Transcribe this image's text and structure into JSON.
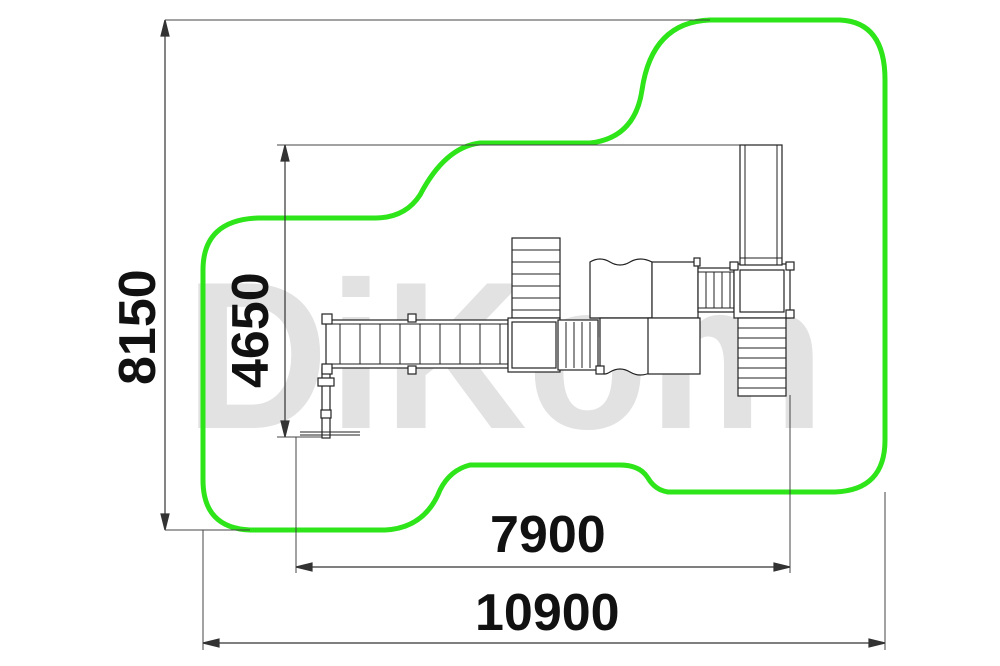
{
  "watermark": {
    "text": "DiKom"
  },
  "dimensions": {
    "total_height": "8150",
    "structure_height": "4650",
    "structure_width": "7900",
    "total_width": "10900"
  },
  "colors": {
    "safety_zone": "#2ee51a",
    "lines": "#333333",
    "text": "#111111"
  }
}
